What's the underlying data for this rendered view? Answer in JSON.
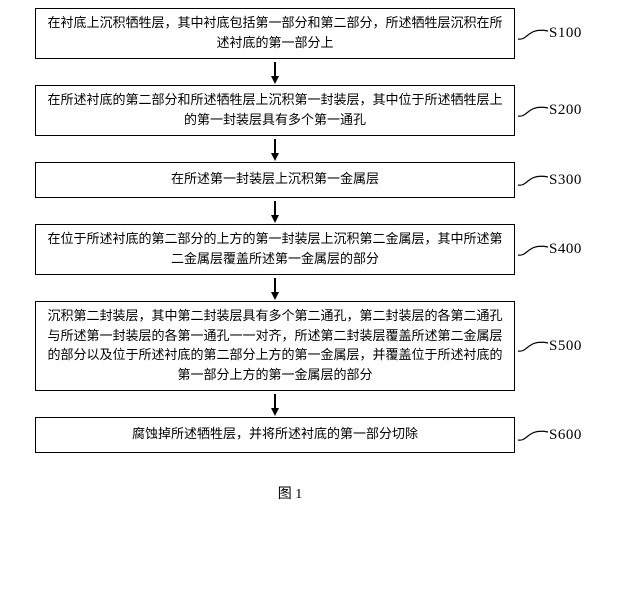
{
  "figure": {
    "caption": "图 1",
    "steps": [
      {
        "id": "S100",
        "text": "在衬底上沉积牺牲层，其中衬底包括第一部分和第二部分，所述牺牲层沉积在所述衬底的第一部分上"
      },
      {
        "id": "S200",
        "text": "在所述衬底的第二部分和所述牺牲层上沉积第一封装层，其中位于所述牺牲层上的第一封装层具有多个第一通孔"
      },
      {
        "id": "S300",
        "text": "在所述第一封装层上沉积第一金属层"
      },
      {
        "id": "S400",
        "text": "在位于所述衬底的第二部分的上方的第一封装层上沉积第二金属层，其中所述第二金属层覆盖所述第一金属层的部分"
      },
      {
        "id": "S500",
        "text": "沉积第二封装层，其中第二封装层具有多个第二通孔，第二封装层的各第二通孔与所述第一封装层的各第一通孔一一对齐，所述第二封装层覆盖所述第二金属层的部分以及位于所述衬底的第二部分上方的第一金属层，并覆盖位于所述衬底的第一部分上方的第一金属层的部分"
      },
      {
        "id": "S600",
        "text": "腐蚀掉所述牺牲层，并将所述衬底的第一部分切除"
      }
    ]
  }
}
